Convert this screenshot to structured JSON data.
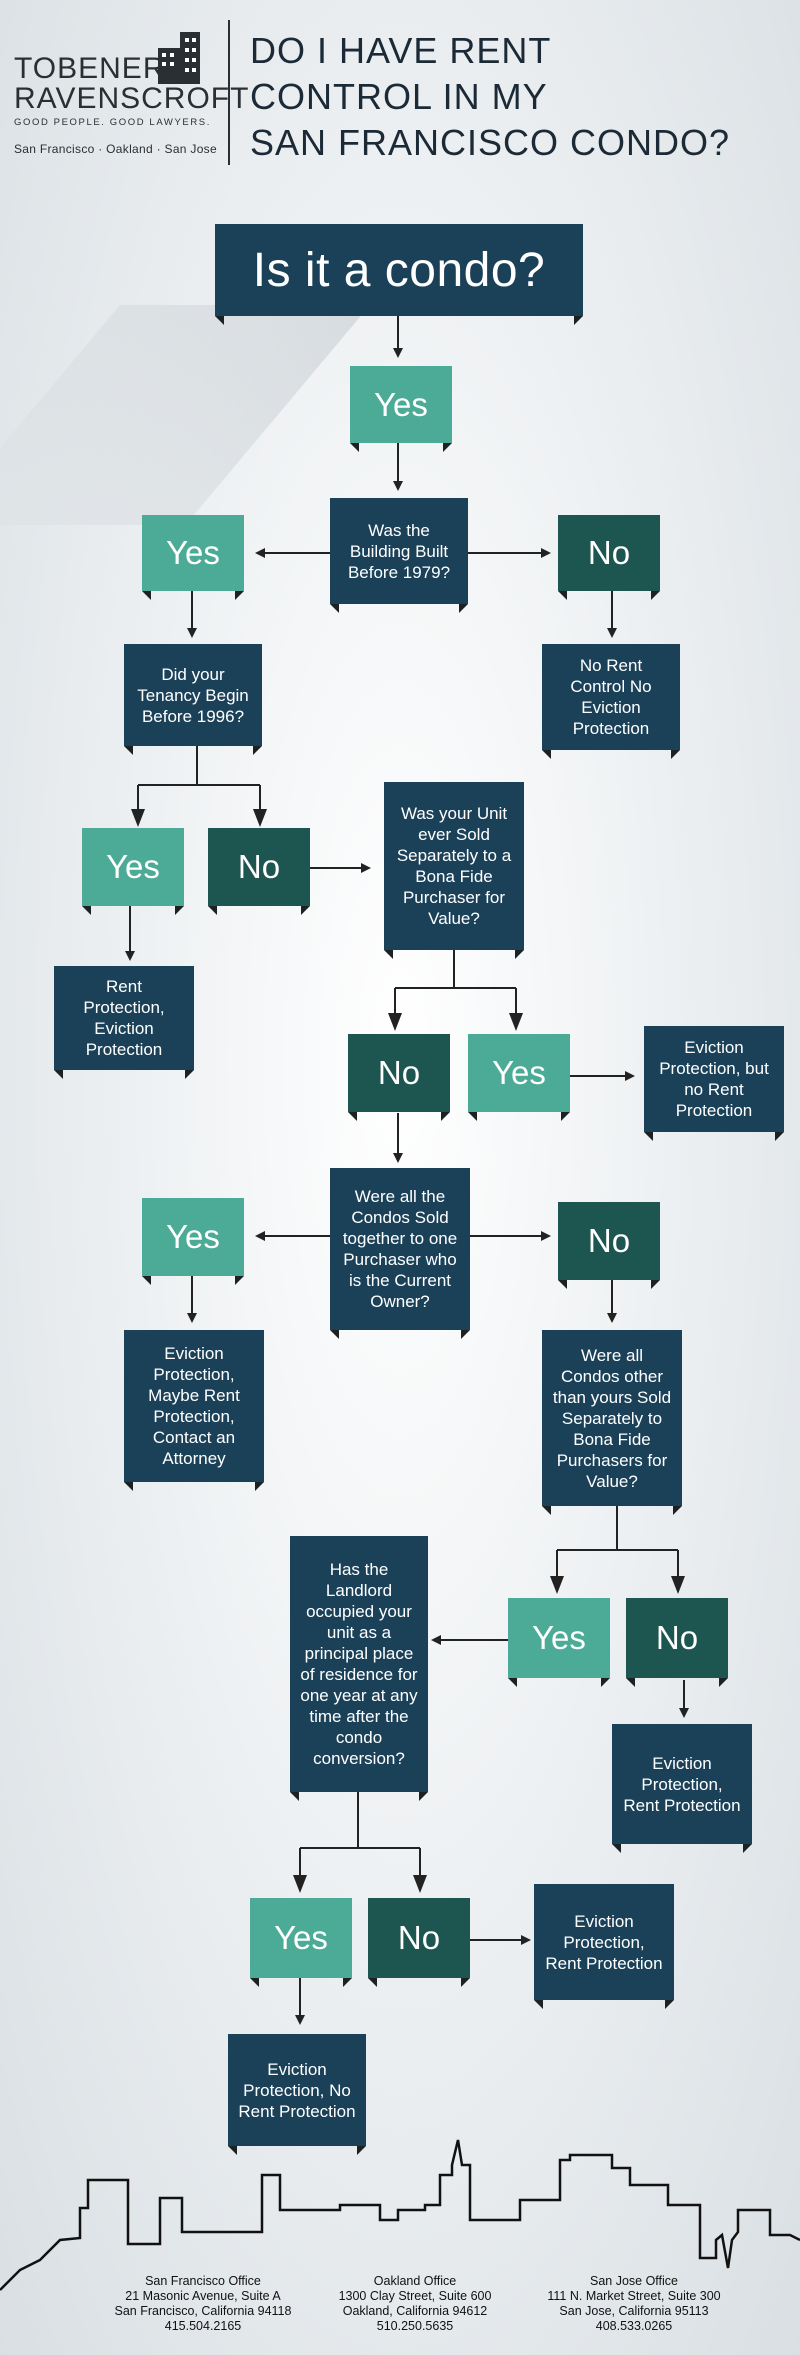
{
  "header": {
    "logo_line1": "TOBENER",
    "logo_line2": "RAVENSCROFT",
    "logo_tagline": "GOOD PEOPLE. GOOD LAWYERS.",
    "logo_cities": "San Francisco · Oakland · San Jose",
    "title_line1": "DO I HAVE RENT",
    "title_line2": "CONTROL IN MY",
    "title_line3": "SAN FRANCISCO CONDO?"
  },
  "flow": {
    "start": "Is it a condo?",
    "yes1": "Yes",
    "q_built": "Was the Building Built Before 1979?",
    "yes_built": "Yes",
    "no_built": "No",
    "r_no_control": "No Rent Control No Eviction Protection",
    "q_tenancy": "Did your Tenancy Begin Before 1996?",
    "yes_tenancy": "Yes",
    "no_tenancy": "No",
    "r_rent_eviction": "Rent Protection, Eviction Protection",
    "q_sold": "Was your Unit ever Sold Separately to a Bona Fide Purchaser for Value?",
    "no_sold": "No",
    "yes_sold": "Yes",
    "r_eviction_no_rent": "Eviction Protection, but no Rent Protection",
    "q_together": "Were all the Condos Sold together to one Purchaser who is the Current Owner?",
    "yes_together": "Yes",
    "no_together": "No",
    "r_maybe": "Eviction Protection, Maybe Rent Protection, Contact an Attorney",
    "q_others": "Were all Condos other than yours Sold Separately to Bona Fide Purchasers for Value?",
    "yes_others": "Yes",
    "no_others": "No",
    "r_others_no": "Eviction Protection, Rent Protection",
    "q_landlord": "Has the Landlord occupied your unit as a principal place of residence for one year at any time after the condo conversion?",
    "yes_landlord": "Yes",
    "no_landlord": "No",
    "r_landlord_no": "Eviction Protection, Rent Protection",
    "r_landlord_yes": "Eviction Protection, No Rent Protection"
  },
  "footer": {
    "sf_name": "San Francisco Office",
    "sf_addr1": "21 Masonic Avenue, Suite A",
    "sf_addr2": "San Francisco, California 94118",
    "sf_phone": "415.504.2165",
    "oak_name": "Oakland Office",
    "oak_addr1": "1300 Clay Street, Suite 600",
    "oak_addr2": "Oakland, California 94612",
    "oak_phone": "510.250.5635",
    "sj_name": "San Jose Office",
    "sj_addr1": "111 N. Market Street, Suite 300",
    "sj_addr2": "San Jose, California 95113",
    "sj_phone": "408.533.0265"
  },
  "colors": {
    "navy": "#1b4159",
    "teal": "#4bab96",
    "dark_teal": "#1d5650"
  }
}
